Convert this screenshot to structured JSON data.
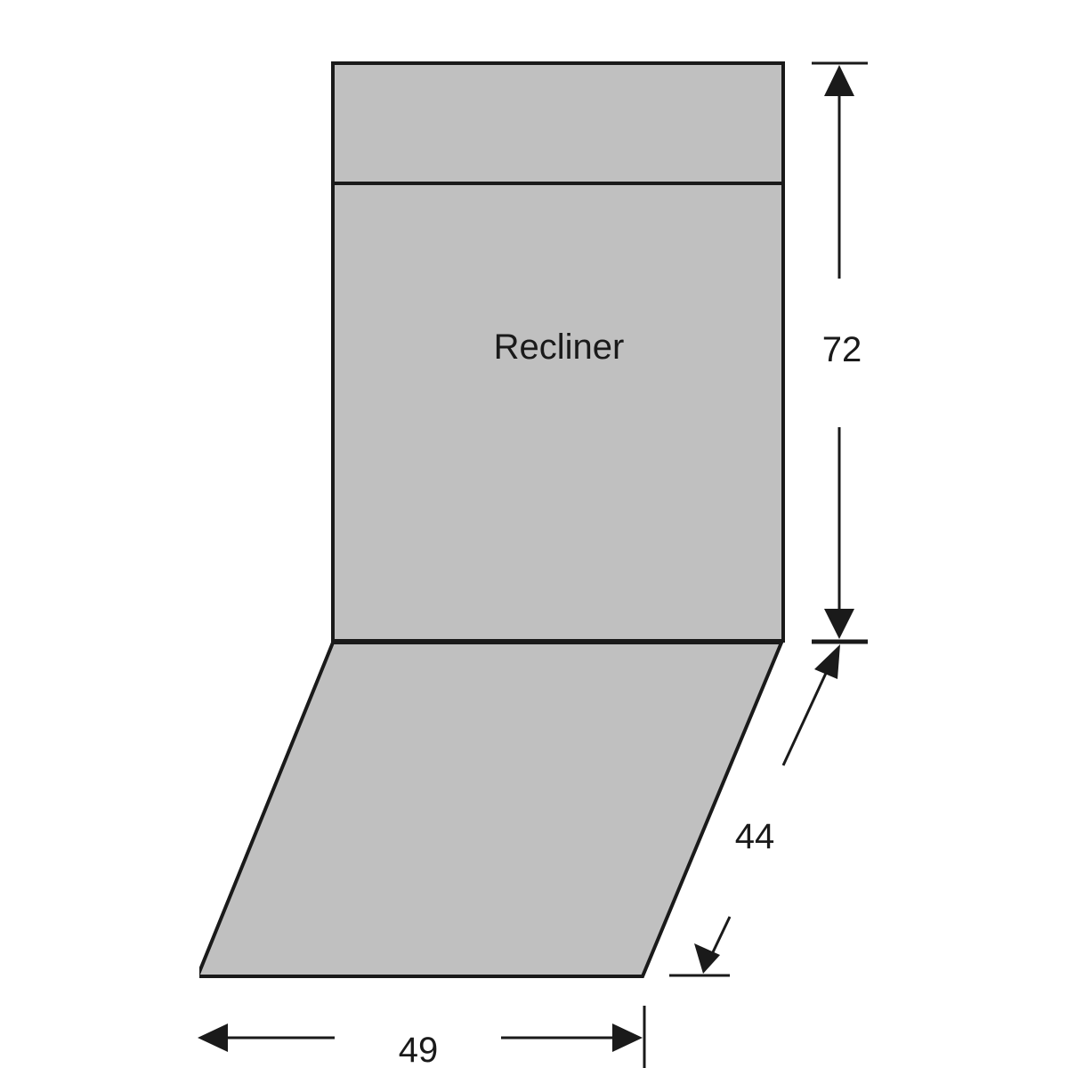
{
  "diagram": {
    "product_label": "Recliner",
    "panel_fill": "#c0c0c0",
    "line_color": "#1a1a1a",
    "dimensions": {
      "height": "72",
      "seat_depth": "44",
      "width": "49"
    }
  }
}
